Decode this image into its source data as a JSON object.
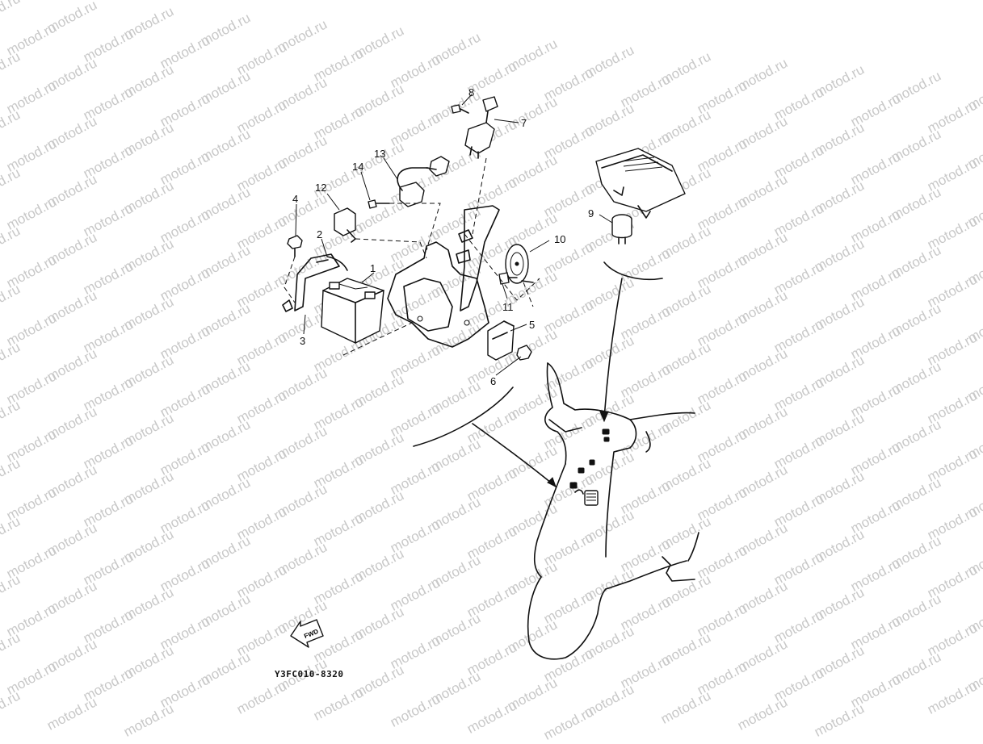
{
  "watermark": "motod.ru",
  "diagram_code": "Y3FC010-8320",
  "fwd_label": "FWD",
  "callouts": [
    "1",
    "2",
    "3",
    "4",
    "5",
    "6",
    "7",
    "8",
    "9",
    "10",
    "11",
    "12",
    "13",
    "14"
  ]
}
